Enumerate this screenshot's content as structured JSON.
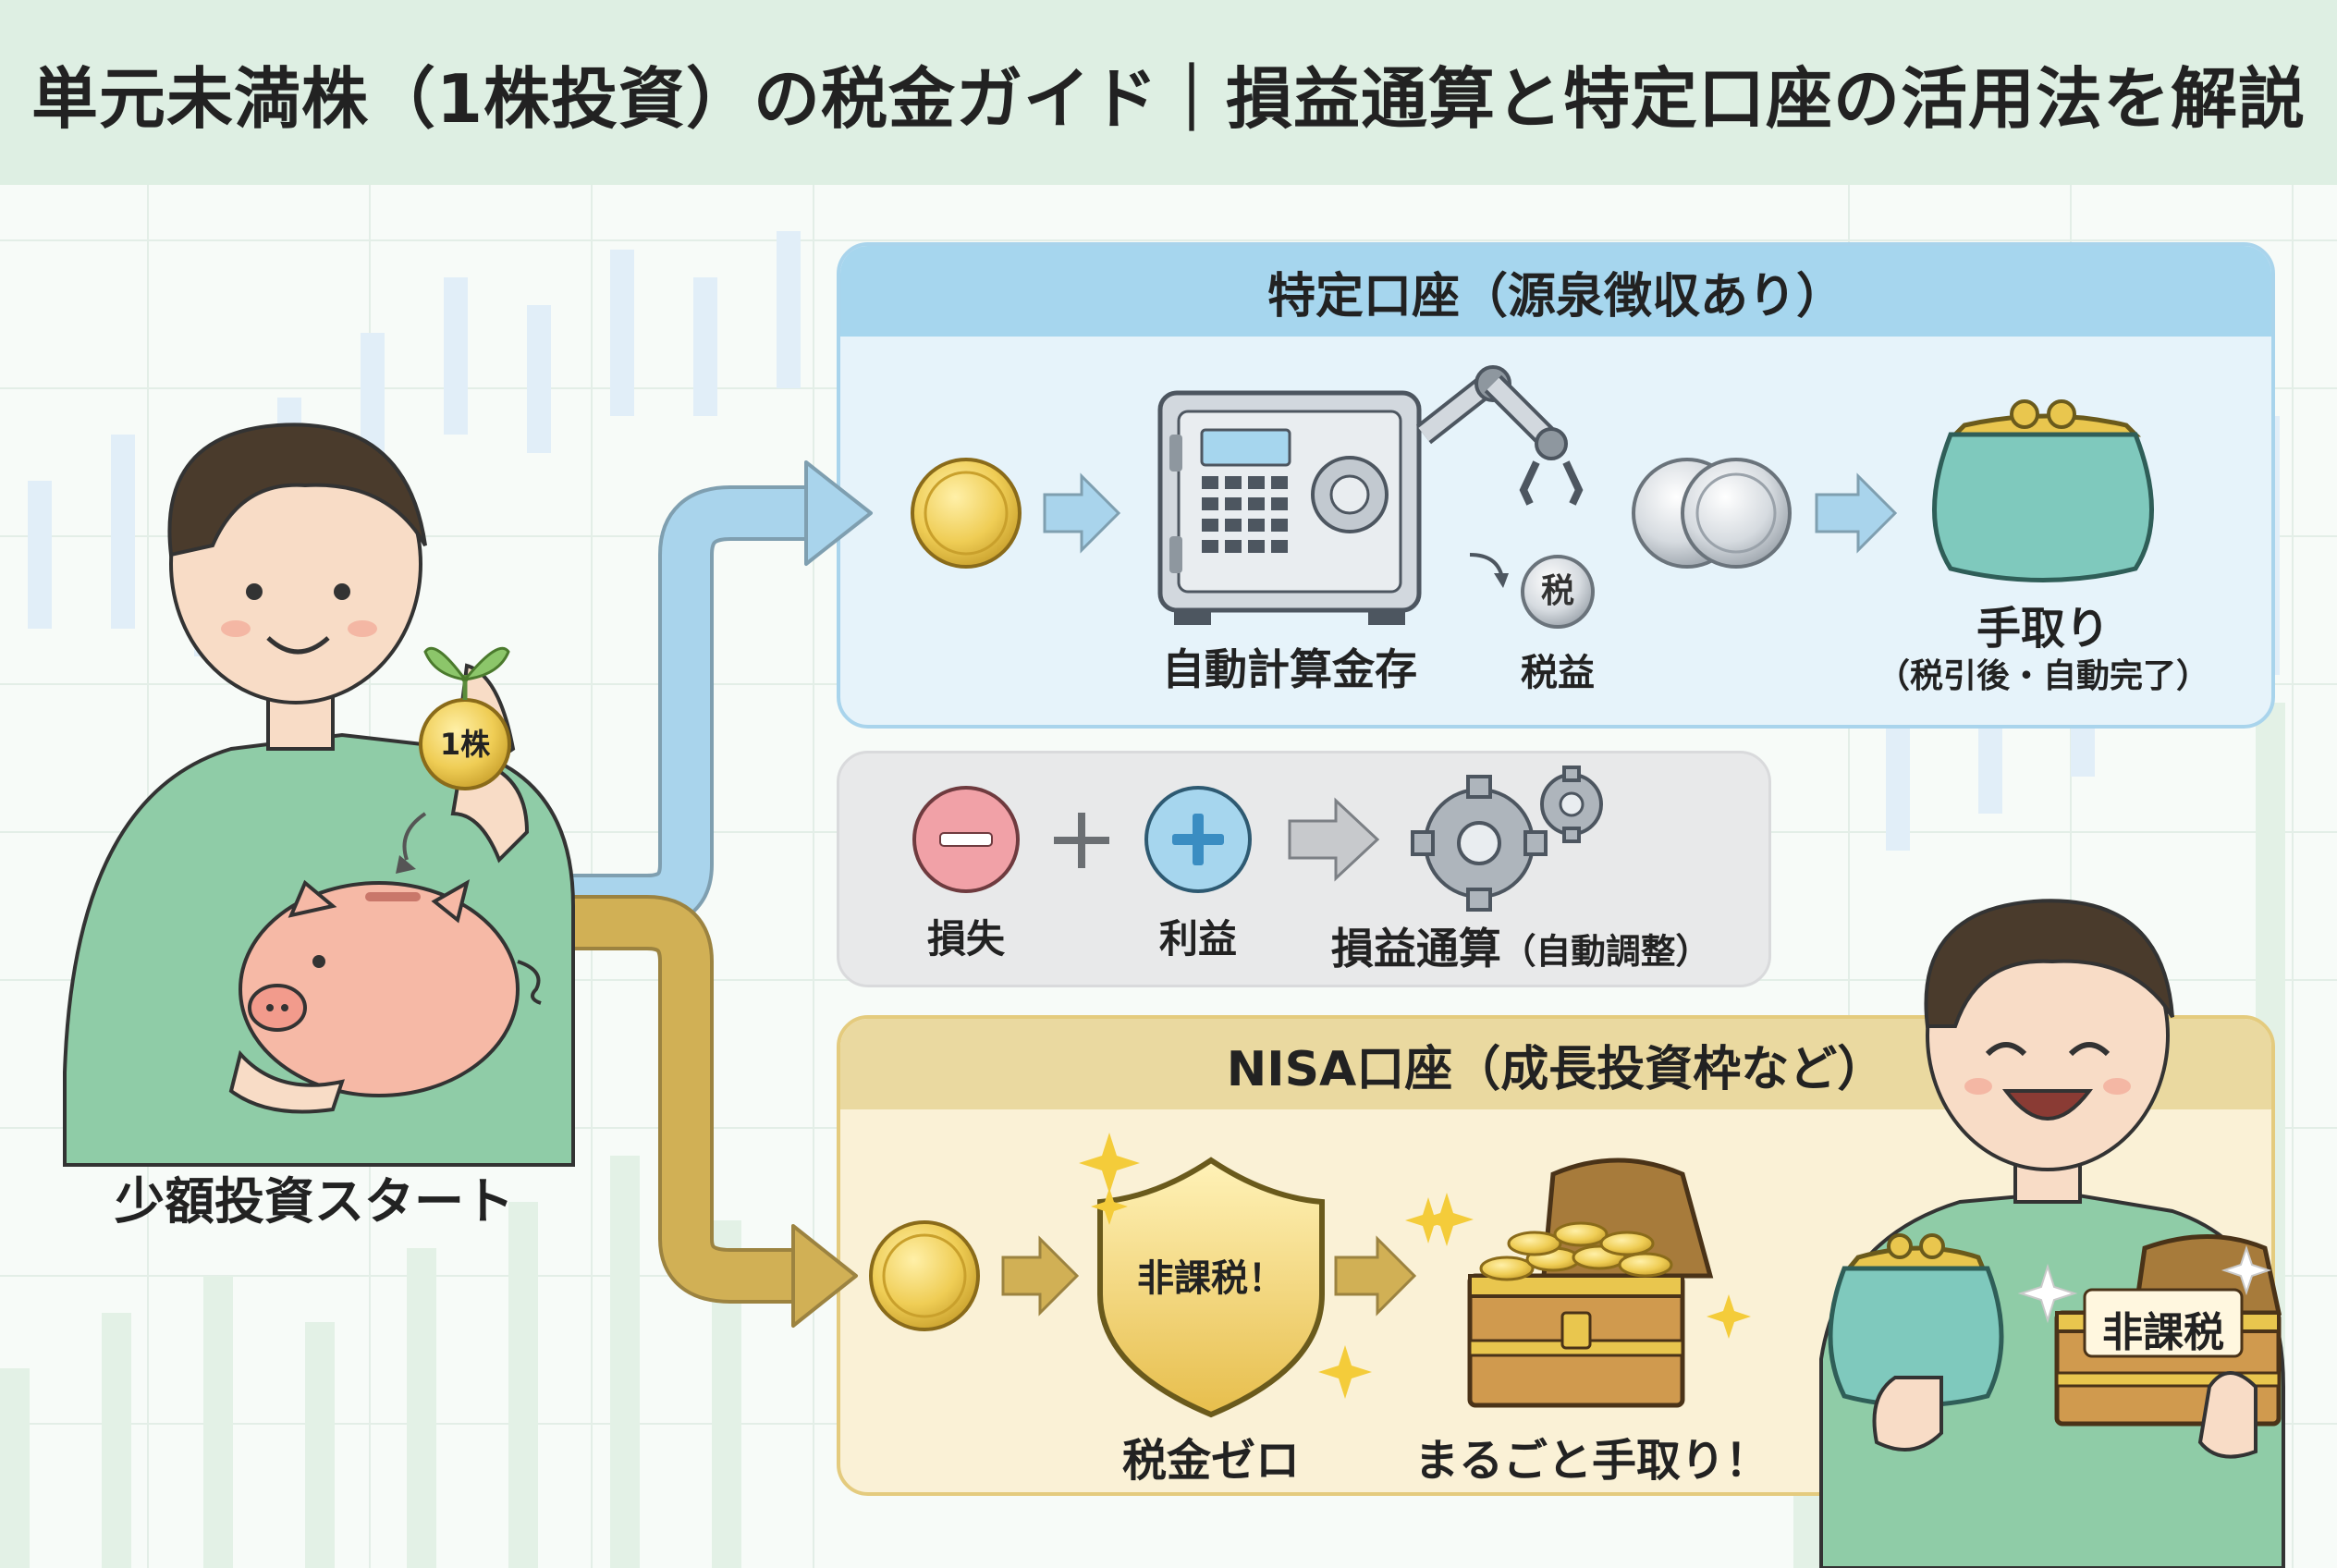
{
  "title": "単元未満株（1株投資）の税金ガイド｜損益通算と特定口座の活用法を解説",
  "start": {
    "label": "少額投資スタート",
    "coin_text": "1株"
  },
  "tokutei": {
    "title": "特定口座（源泉徴収あり）",
    "safe_label": "自動計算金存",
    "tax_badge": "税",
    "tax_label": "税益",
    "tedori_label": "手取り",
    "tedori_sub": "（税引後・自動完了）"
  },
  "tsusan": {
    "loss_label": "損失",
    "profit_label": "利益",
    "result_label": "損益通算",
    "result_sub": "（自動調整）"
  },
  "nisa": {
    "title": "NISA口座（成長投資枠など）",
    "shield_text": "非課税！",
    "zero_label": "税金ゼロ",
    "marugoto_label": "まるごと手取り！",
    "chest_tag": "非課税"
  },
  "colors": {
    "header_bg": "#deefe3",
    "tokutei_blue": "#a6d6ee",
    "nisa_gold": "#ead9a0",
    "flow_gold": "#d1b055",
    "coin_gold": "#efcd55"
  }
}
